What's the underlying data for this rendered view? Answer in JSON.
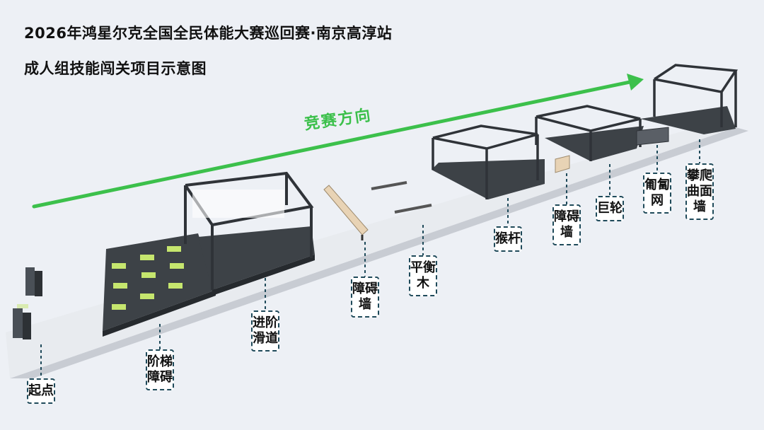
{
  "header": {
    "title": "2026年鸿星尔克全国全民体能大赛巡回赛·南京高淳站",
    "subtitle": "成人组技能闯关项目示意图"
  },
  "direction": {
    "label": "竞赛方向",
    "color": "#3cc04b"
  },
  "stations": [
    {
      "id": "start",
      "label": "起点"
    },
    {
      "id": "stair-obstacle",
      "label": "阶梯障碍"
    },
    {
      "id": "advanced-slide",
      "label": "进阶滑道"
    },
    {
      "id": "obstacle-wall-1",
      "label": "障碍墙"
    },
    {
      "id": "balance-beam",
      "label": "平衡木"
    },
    {
      "id": "monkey-bars",
      "label": "猴杆"
    },
    {
      "id": "obstacle-wall-2",
      "label": "障碍墙"
    },
    {
      "id": "giant-wheel",
      "label": "巨轮"
    },
    {
      "id": "crawl-net",
      "label": "匍匐网"
    },
    {
      "id": "climb-curved-wall",
      "label": "攀爬曲面墙"
    }
  ],
  "colors": {
    "background": "#edf0f5",
    "floor": "#3d4247",
    "accent_green": "#3cc04b",
    "lime": "#c6e66e",
    "label_border": "#1f4a5a"
  }
}
